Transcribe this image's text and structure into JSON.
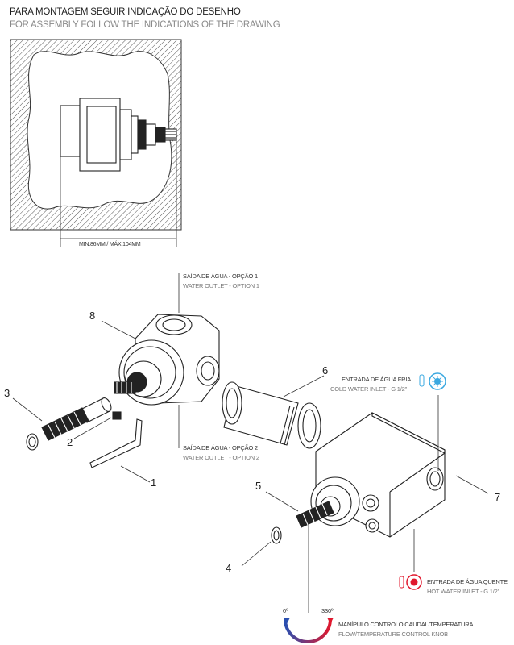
{
  "header": {
    "line_pt": "PARA MONTAGEM SEGUIR INDICAÇÃO DO DESENHO",
    "line_en": "FOR ASSEMBLY FOLLOW THE INDICATIONS OF THE DRAWING"
  },
  "dimension": "MIN.86MM / MÁX.104MM",
  "callouts": {
    "outlet1_pt": "SAÍDA DE ÁGUA - OPÇÃO 1",
    "outlet1_en": "WATER OUTLET - OPTION 1",
    "outlet2_pt": "SAÍDA DE ÁGUA - OPÇÃO 2",
    "outlet2_en": "WATER OUTLET - OPTION 2",
    "cold_pt": "ENTRADA DE ÁGUA FRIA",
    "cold_en": "COLD WATER INLET - G 1/2\"",
    "hot_pt": "ENTRADA DE ÁGUA QUENTE",
    "hot_en": "HOT WATER INLET - G 1/2\"",
    "knob_pt": "MANÍPULO CONTROLO CAUDAL/TEMPERATURA",
    "knob_en": "FLOW/TEMPERATURE CONTROL KNOB"
  },
  "part_numbers": [
    "1",
    "2",
    "3",
    "4",
    "5",
    "6",
    "7",
    "8"
  ],
  "rotation": {
    "start": "0º",
    "end": "330º"
  },
  "colors": {
    "cold": "#3aa8e0",
    "hot": "#e0192e",
    "ink": "#222222",
    "hatch": "#555555"
  },
  "icons": [
    "cold-water-icon",
    "hot-water-icon",
    "rotation-dial-icon"
  ]
}
